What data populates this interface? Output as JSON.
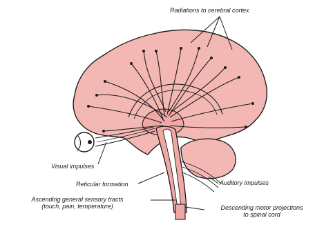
{
  "labels": {
    "radiations": "Radiations to cerebral cortex",
    "visual": "Visual impulses",
    "reticular": "Reticular formation",
    "ascending_line1": "Ascending general sensory tracts",
    "ascending_line2": "(touch, pain, temperature)",
    "auditory": "Auditory impulses",
    "descending_line1": "Descending motor projections",
    "descending_line2": "to spinal cord"
  },
  "colors": {
    "brain_fill": "#f4b8b4",
    "brainstem_fill": "#f0a8a4",
    "outline": "#1a1a1a",
    "background": "#ffffff"
  },
  "icons": {
    "eye": "eye-icon",
    "brain": "brain-icon"
  }
}
